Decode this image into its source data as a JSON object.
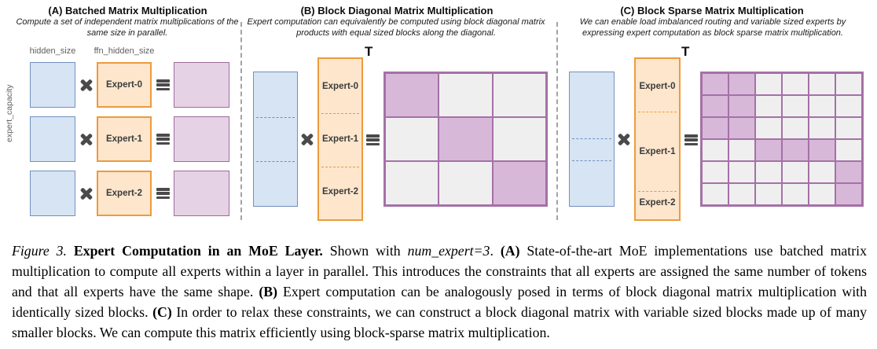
{
  "figure": {
    "icons": {
      "multiply": "✖",
      "equivalence": "≡"
    },
    "colors": {
      "blue_fill": "#d6e4f3",
      "blue_stroke": "#7191bf",
      "orange_fill": "#fde6cc",
      "orange_stroke": "#ec9b3d",
      "purple_fill": "#e6d2e5",
      "purple_stroke": "#9d6b9f",
      "grid_fill": "#d8b8d9",
      "grid_empty": "#f0eff0",
      "grid_stroke": "#a471a6",
      "symbol": "#4a4a4a",
      "divider": "#a3a3a3",
      "label_gray": "#5f5f5f"
    },
    "panels": [
      {
        "id": "A",
        "title": "(A) Batched Matrix Multiplication",
        "subtitle": "Compute a set of independent matrix multiplications of the same size in parallel.",
        "labels": {
          "top_left": "hidden_size",
          "top_right": "ffn_hidden_size",
          "left_rotated": "expert_capacity"
        },
        "experts": [
          "Expert-0",
          "Expert-1",
          "Expert-2"
        ]
      },
      {
        "id": "B",
        "title": "(B) Block Diagonal Matrix Multiplication",
        "subtitle": "Expert computation can equivalently be computed using block diagonal matrix products with equal sized blocks along the diagonal.",
        "transpose_label": "T",
        "experts": [
          "Expert-0",
          "Expert-1",
          "Expert-2"
        ],
        "grid": {
          "rows": 3,
          "cols": 3,
          "filled_cells": [
            [
              0,
              0
            ],
            [
              1,
              1
            ],
            [
              2,
              2
            ]
          ]
        }
      },
      {
        "id": "C",
        "title": "(C) Block Sparse Matrix Multiplication",
        "subtitle": "We can enable load imbalanced routing and variable sized experts by expressing expert computation as block sparse matrix multiplication.",
        "transpose_label": "T",
        "experts": [
          "Expert-0",
          "Expert-1",
          "Expert-2"
        ],
        "grid": {
          "rows": 6,
          "cols": 6,
          "filled_cells": [
            [
              0,
              0
            ],
            [
              0,
              1
            ],
            [
              1,
              0
            ],
            [
              1,
              1
            ],
            [
              2,
              0
            ],
            [
              2,
              1
            ],
            [
              3,
              2
            ],
            [
              3,
              3
            ],
            [
              3,
              4
            ],
            [
              4,
              5
            ],
            [
              5,
              5
            ]
          ]
        }
      }
    ]
  },
  "caption": {
    "segments": [
      {
        "text": "Figure 3. ",
        "style": "italic"
      },
      {
        "text": "Expert Computation in an MoE Layer. ",
        "style": "bold"
      },
      {
        "text": "Shown with ",
        "style": "normal"
      },
      {
        "text": "num_expert=3",
        "style": "italic"
      },
      {
        "text": ". ",
        "style": "normal"
      },
      {
        "text": "(A)",
        "style": "bold"
      },
      {
        "text": " State-of-the-art MoE implementations use batched matrix multiplication to compute all experts within a layer in parallel. This introduces the constraints that all experts are assigned the same number of tokens and that all experts have the same shape. ",
        "style": "normal"
      },
      {
        "text": "(B)",
        "style": "bold"
      },
      {
        "text": " Expert computation can be analogously posed in terms of block diagonal matrix multiplication with identically sized blocks. ",
        "style": "normal"
      },
      {
        "text": "(C)",
        "style": "bold"
      },
      {
        "text": " In order to relax these constraints, we can construct a block diagonal matrix with variable sized blocks made up of many smaller blocks. We can compute this matrix efficiently using block-sparse matrix multiplication.",
        "style": "normal"
      }
    ]
  }
}
